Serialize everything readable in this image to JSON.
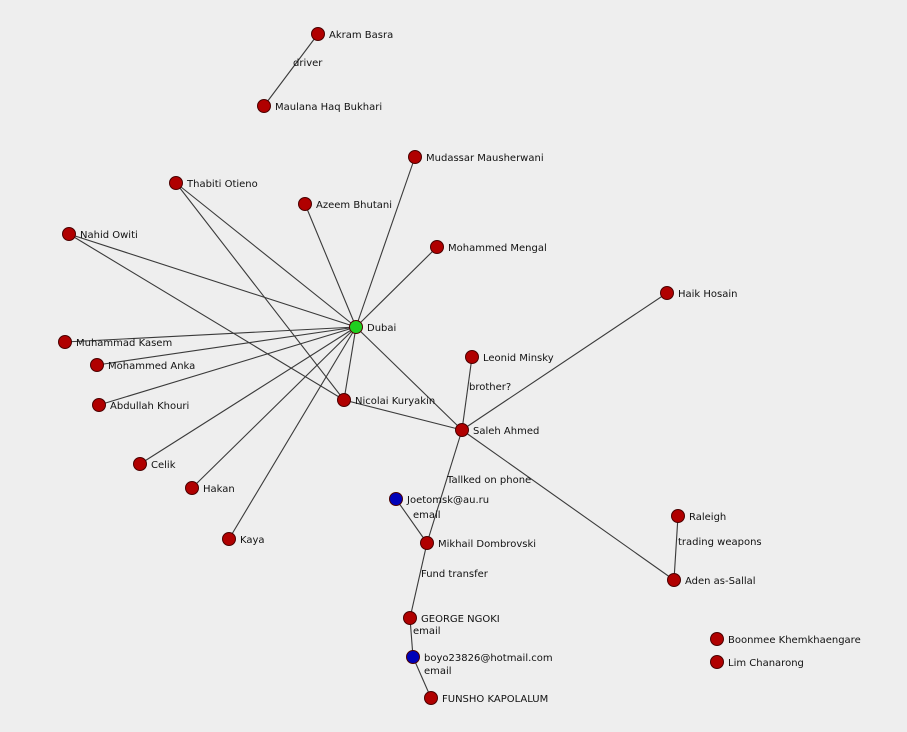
{
  "colors": {
    "background": "#eeeeee",
    "person": "#b00000",
    "place": "#1fcf1f",
    "email": "#0000b8",
    "edge": "#3a3a3a"
  },
  "nodes": [
    {
      "id": "akram",
      "label": "Akram Basra",
      "type": "person"
    },
    {
      "id": "maulana",
      "label": "Maulana Haq Bukhari",
      "type": "person"
    },
    {
      "id": "mudassar",
      "label": "Mudassar Mausherwani",
      "type": "person"
    },
    {
      "id": "thabiti",
      "label": "Thabiti Otieno",
      "type": "person"
    },
    {
      "id": "azeem",
      "label": "Azeem Bhutani",
      "type": "person"
    },
    {
      "id": "nahid",
      "label": "Nahid Owiti",
      "type": "person"
    },
    {
      "id": "mengal",
      "label": "Mohammed Mengal",
      "type": "person"
    },
    {
      "id": "haik",
      "label": "Haik Hosain",
      "type": "person"
    },
    {
      "id": "dubai",
      "label": "Dubai",
      "type": "place"
    },
    {
      "id": "kasem",
      "label": "Muhammad Kasem",
      "type": "person"
    },
    {
      "id": "leonid",
      "label": "Leonid Minsky",
      "type": "person"
    },
    {
      "id": "anka",
      "label": "Mohammed Anka",
      "type": "person"
    },
    {
      "id": "khouri",
      "label": "Abdullah Khouri",
      "type": "person"
    },
    {
      "id": "nicolai",
      "label": "Nicolai Kuryakin",
      "type": "person"
    },
    {
      "id": "saleh",
      "label": "Saleh Ahmed",
      "type": "person"
    },
    {
      "id": "celik",
      "label": "Celik",
      "type": "person"
    },
    {
      "id": "hakan",
      "label": "Hakan",
      "type": "person"
    },
    {
      "id": "joetomsk",
      "label": "Joetomsk@au.ru",
      "type": "email"
    },
    {
      "id": "raleigh",
      "label": "Raleigh",
      "type": "person"
    },
    {
      "id": "kaya",
      "label": "Kaya",
      "type": "person"
    },
    {
      "id": "mikhail",
      "label": "Mikhail Dombrovski",
      "type": "person"
    },
    {
      "id": "aden",
      "label": "Aden as-Sallal",
      "type": "person"
    },
    {
      "id": "ngoki",
      "label": "GEORGE NGOKI",
      "type": "person"
    },
    {
      "id": "boonmee",
      "label": "Boonmee Khemkhaengare",
      "type": "person"
    },
    {
      "id": "boyo",
      "label": "boyo23826@hotmail.com",
      "type": "email"
    },
    {
      "id": "lim",
      "label": "Lim Chanarong",
      "type": "person"
    },
    {
      "id": "funsho",
      "label": "FUNSHO KAPOLALUM",
      "type": "person"
    }
  ],
  "edges": [
    {
      "source": "akram",
      "target": "maulana",
      "label": "driver"
    },
    {
      "source": "dubai",
      "target": "mudassar",
      "label": ""
    },
    {
      "source": "dubai",
      "target": "azeem",
      "label": ""
    },
    {
      "source": "dubai",
      "target": "mengal",
      "label": ""
    },
    {
      "source": "dubai",
      "target": "nahid",
      "label": ""
    },
    {
      "source": "dubai",
      "target": "kasem",
      "label": ""
    },
    {
      "source": "dubai",
      "target": "anka",
      "label": ""
    },
    {
      "source": "dubai",
      "target": "khouri",
      "label": ""
    },
    {
      "source": "dubai",
      "target": "celik",
      "label": ""
    },
    {
      "source": "dubai",
      "target": "hakan",
      "label": ""
    },
    {
      "source": "dubai",
      "target": "kaya",
      "label": ""
    },
    {
      "source": "dubai",
      "target": "nicolai",
      "label": ""
    },
    {
      "source": "dubai",
      "target": "saleh",
      "label": ""
    },
    {
      "source": "thabiti",
      "target": "dubai",
      "label": ""
    },
    {
      "source": "thabiti",
      "target": "nicolai",
      "label": ""
    },
    {
      "source": "nahid",
      "target": "nicolai",
      "label": ""
    },
    {
      "source": "nicolai",
      "target": "saleh",
      "label": ""
    },
    {
      "source": "saleh",
      "target": "haik",
      "label": ""
    },
    {
      "source": "saleh",
      "target": "leonid",
      "label": "brother?"
    },
    {
      "source": "saleh",
      "target": "mikhail",
      "label": "Tallked on phone"
    },
    {
      "source": "saleh",
      "target": "aden",
      "label": ""
    },
    {
      "source": "joetomsk",
      "target": "mikhail",
      "label": "email"
    },
    {
      "source": "mikhail",
      "target": "ngoki",
      "label": "Fund transfer"
    },
    {
      "source": "ngoki",
      "target": "boyo",
      "label": "email"
    },
    {
      "source": "boyo",
      "target": "funsho",
      "label": "email"
    },
    {
      "source": "raleigh",
      "target": "aden",
      "label": "trading weapons"
    }
  ]
}
